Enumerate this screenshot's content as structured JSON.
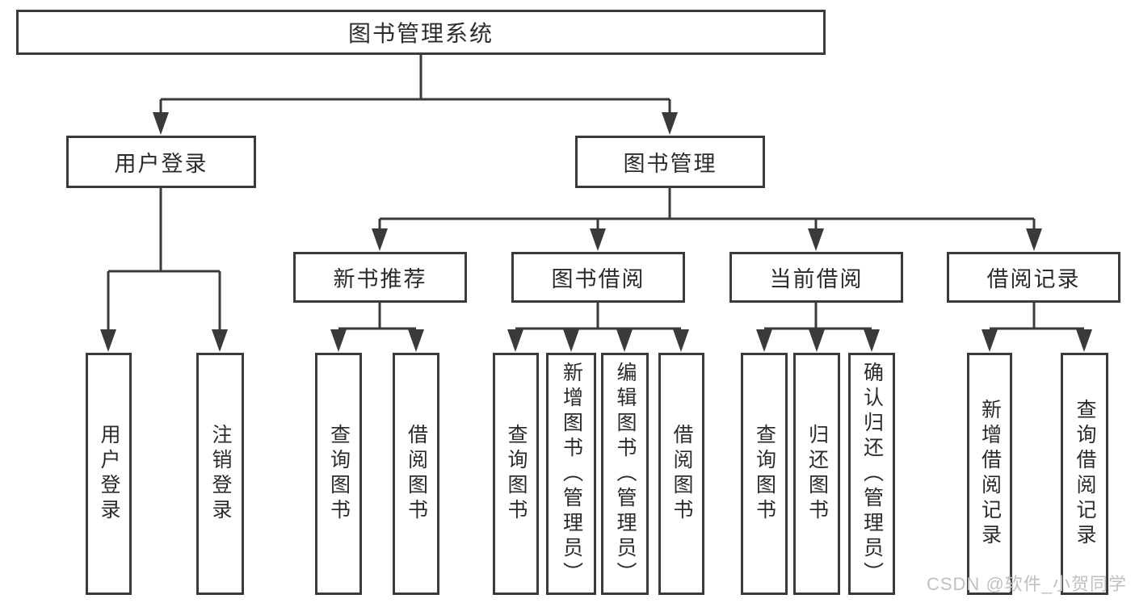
{
  "diagram": {
    "root": {
      "label": "图书管理系统"
    },
    "level2": [
      {
        "label": "用户登录"
      },
      {
        "label": "图书管理"
      }
    ],
    "level3": [
      {
        "label": "新书推荐"
      },
      {
        "label": "图书借阅"
      },
      {
        "label": "当前借阅"
      },
      {
        "label": "借阅记录"
      }
    ],
    "leaves": {
      "user_login": [
        {
          "label": "用户登录"
        },
        {
          "label": "注销登录"
        }
      ],
      "new_book": [
        {
          "label": "查询图书"
        },
        {
          "label": "借阅图书"
        }
      ],
      "book_borrow": [
        {
          "label": "查询图书"
        },
        {
          "label": "新增图书（管理员）"
        },
        {
          "label": "编辑图书（管理员）"
        },
        {
          "label": "借阅图书"
        }
      ],
      "current_borrow": [
        {
          "label": "查询图书"
        },
        {
          "label": "归还图书"
        },
        {
          "label": "确认归还（管理员）"
        }
      ],
      "borrow_record": [
        {
          "label": "新增借阅记录"
        },
        {
          "label": "查询借阅记录"
        }
      ]
    }
  },
  "watermark": {
    "text": "CSDN @软件_小贺同学"
  },
  "colors": {
    "line": "#3a3a3a",
    "text": "#2b2b2b",
    "watermark": "#c0c0c0",
    "background": "#ffffff"
  }
}
